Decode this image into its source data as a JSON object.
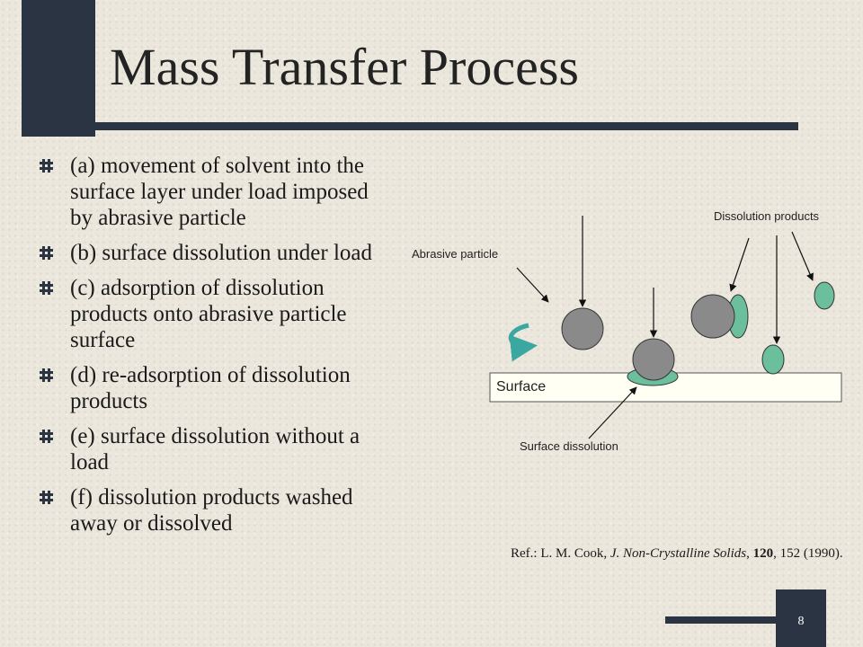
{
  "slide": {
    "title": "Mass Transfer Process",
    "page_number": "8",
    "colors": {
      "background": "#ebe7dc",
      "accent_navy": "#2a3442",
      "particle_gray": "#8a8a8a",
      "product_teal": "#6cbf9c",
      "surface_fill": "#fffff3"
    }
  },
  "bullets": [
    "(a) movement of solvent into the surface layer under load imposed by abrasive particle",
    "(b) surface dissolution under load",
    "(c) adsorption of dissolution products onto abrasive particle surface",
    " (d) re-adsorption of dissolution products",
    " (e) surface dissolution without a load",
    " (f) dissolution products washed away or dissolved"
  ],
  "diagram": {
    "label_abrasive": "Abrasive particle",
    "label_dissolution_products": "Dissolution products",
    "label_surface": "Surface",
    "label_surface_dissolution": "Surface dissolution"
  },
  "reference": {
    "prefix": "Ref.:  L. M. Cook, ",
    "journal": "J. Non-Crystalline Solids",
    "sep": ", ",
    "volume": "120",
    "rest": ", 152 (1990)."
  }
}
